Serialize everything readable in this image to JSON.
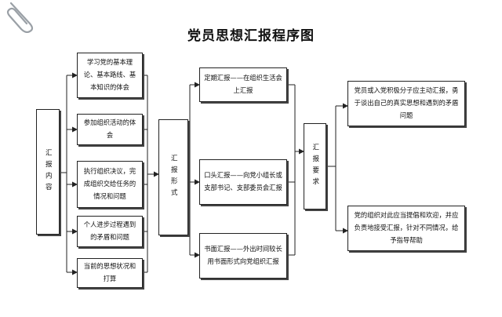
{
  "title": "党员思想汇报程序图",
  "nodes": {
    "content": "汇报内容",
    "c1": "学习党的基本理论、基本路线、基本知识的体会",
    "c2": "参加组织活动的体会",
    "c3": "执行组织决议，完成组织交给任务的情况和问题",
    "c4": "个人进步过程遇到的矛盾和问题",
    "c5": "当前的思想状况和打算",
    "form": "汇报形式",
    "f1": "定期汇报——在组织生活会上汇报",
    "f2": "口头汇报——向党小组长或支部书记、支部委员会汇报",
    "f3": "书面汇报——外出时间较长用书面形式向党组织汇报",
    "req": "汇报要求",
    "r1": "党员或入党积极分子应主动汇报，勇于谈出自己的真实思想和遇到的矛盾问题",
    "r2": "党的组织对此应当提倡和欢迎，并应负责地接受汇报，针对不同情况，给予指导帮助"
  }
}
